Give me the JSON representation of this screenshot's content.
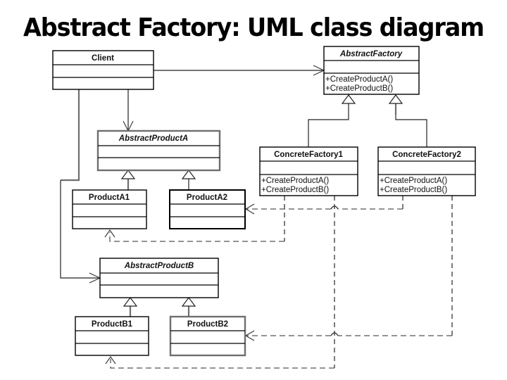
{
  "title": "Abstract Factory: UML class diagram",
  "classes": {
    "client": {
      "name": "Client",
      "abstract": false,
      "operations": []
    },
    "abstract_factory": {
      "name": "AbstractFactory",
      "abstract": true,
      "operations": [
        "+CreateProductA()",
        "+CreateProductB()"
      ]
    },
    "concrete_factory_1": {
      "name": "ConcreteFactory1",
      "abstract": false,
      "operations": [
        "+CreateProductA()",
        "+CreateProductB()"
      ]
    },
    "concrete_factory_2": {
      "name": "ConcreteFactory2",
      "abstract": false,
      "operations": [
        "+CreateProductA()",
        "+CreateProductB()"
      ]
    },
    "abstract_product_a": {
      "name": "AbstractProductA",
      "abstract": true,
      "operations": []
    },
    "product_a1": {
      "name": "ProductA1",
      "abstract": false,
      "operations": []
    },
    "product_a2": {
      "name": "ProductA2",
      "abstract": false,
      "operations": []
    },
    "abstract_product_b": {
      "name": "AbstractProductB",
      "abstract": true,
      "operations": []
    },
    "product_b1": {
      "name": "ProductB1",
      "abstract": false,
      "operations": []
    },
    "product_b2": {
      "name": "ProductB2",
      "abstract": false,
      "operations": []
    }
  },
  "relationships": [
    {
      "type": "association",
      "from": "Client",
      "to": "AbstractFactory"
    },
    {
      "type": "association",
      "from": "Client",
      "to": "AbstractProductA"
    },
    {
      "type": "association",
      "from": "Client",
      "to": "AbstractProductB"
    },
    {
      "type": "generalization",
      "from": "ConcreteFactory1",
      "to": "AbstractFactory"
    },
    {
      "type": "generalization",
      "from": "ConcreteFactory2",
      "to": "AbstractFactory"
    },
    {
      "type": "generalization",
      "from": "ProductA1",
      "to": "AbstractProductA"
    },
    {
      "type": "generalization",
      "from": "ProductA2",
      "to": "AbstractProductA"
    },
    {
      "type": "generalization",
      "from": "ProductB1",
      "to": "AbstractProductB"
    },
    {
      "type": "generalization",
      "from": "ProductB2",
      "to": "AbstractProductB"
    },
    {
      "type": "dependency",
      "from": "ConcreteFactory1",
      "to": "ProductA1"
    },
    {
      "type": "dependency",
      "from": "ConcreteFactory1",
      "to": "ProductB1"
    },
    {
      "type": "dependency",
      "from": "ConcreteFactory2",
      "to": "ProductA2"
    },
    {
      "type": "dependency",
      "from": "ConcreteFactory2",
      "to": "ProductB2"
    }
  ]
}
